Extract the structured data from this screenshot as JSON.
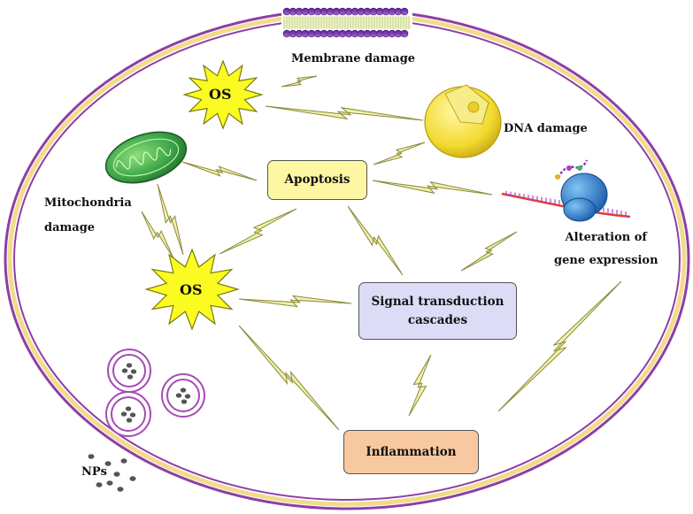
{
  "labels": {
    "membrane_damage": "Membrane damage",
    "dna_damage": "DNA damage",
    "mito_line1": "Mitochondria",
    "mito_line2": "damage",
    "alteration_line1": "Alteration of",
    "alteration_line2": "gene expression",
    "nps": "NPs"
  },
  "stars": {
    "os_top": "OS",
    "os_left": "OS"
  },
  "boxes": {
    "apoptosis": "Apoptosis",
    "signal_line1": "Signal transduction",
    "signal_line2": "cascades",
    "inflammation": "Inflammation"
  },
  "colors": {
    "cell_border": "#8d3ea8",
    "cell_inner": "#f1dc8c",
    "star_fill": "#fbfb21",
    "bolt_fill": "#f0f1a8",
    "bolt_stroke": "#8a8a3c",
    "apoptosis_fill": "#fdf7a3",
    "signal_fill": "#dcdcf7",
    "inflammation_fill": "#f8c9a0",
    "membrane_head": "#7a3fb0",
    "mitochondria": "#3ea64a",
    "nucleus": "#f5e03c",
    "vesicle_ring": "#a64bb5",
    "np_dot": "#555555"
  },
  "icons": [
    "membrane-bilayer-icon",
    "mitochondria-icon",
    "nucleus-icon",
    "gene-transcription-icon",
    "lightning-bolt-icon",
    "starburst-icon",
    "vesicle-icon",
    "nanoparticle-icon"
  ]
}
